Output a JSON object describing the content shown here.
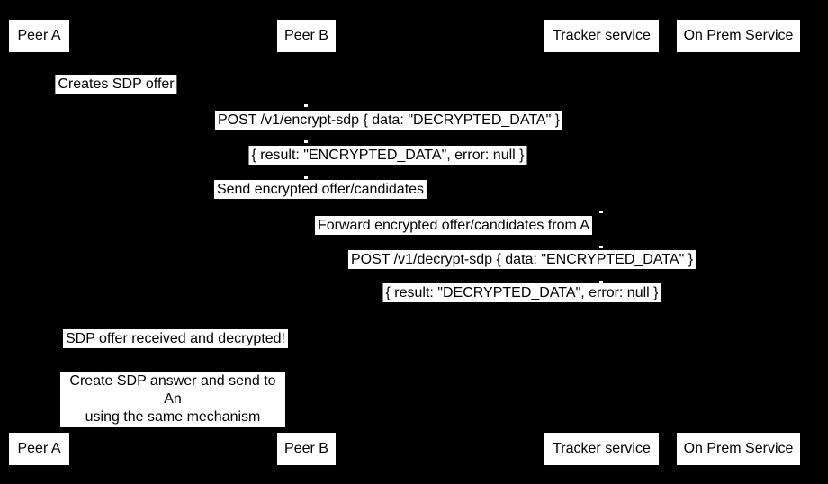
{
  "diagram": {
    "type": "sequence-diagram",
    "colors": {
      "background": "#000000",
      "box_fill": "#ffffff",
      "box_text": "#000000"
    },
    "participants": [
      {
        "label": "Peer A"
      },
      {
        "label": "Peer B"
      },
      {
        "label": "Tracker service"
      },
      {
        "label": "On Prem Service"
      }
    ],
    "messages": [
      {
        "text": "Creates SDP offer"
      },
      {
        "text": "POST /v1/encrypt-sdp { data: \"DECRYPTED_DATA\" }"
      },
      {
        "text": "{ result: \"ENCRYPTED_DATA\", error: null }"
      },
      {
        "text": "Send encrypted offer/candidates"
      },
      {
        "text": "Forward encrypted offer/candidates from A"
      },
      {
        "text": "POST /v1/decrypt-sdp { data: \"ENCRYPTED_DATA\" }"
      },
      {
        "text": "{ result: \"DECRYPTED_DATA\", error: null }"
      },
      {
        "text": "SDP offer received and decrypted!"
      }
    ],
    "note": {
      "text": "Create SDP answer and send to An\nusing the same mechanism"
    }
  }
}
